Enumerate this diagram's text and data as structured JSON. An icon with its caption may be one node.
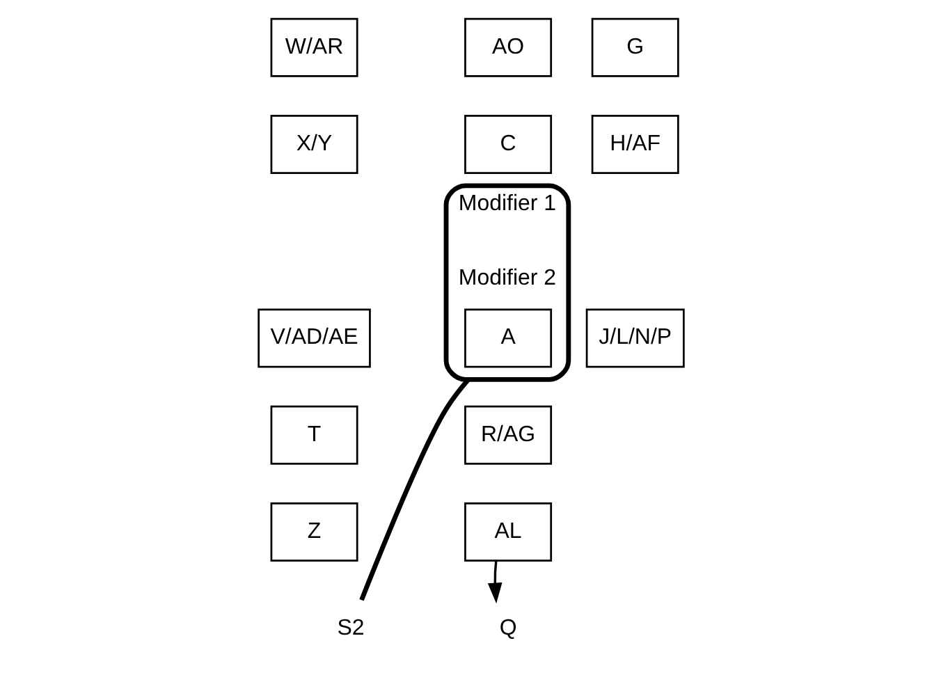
{
  "diagram": {
    "nodes": [
      {
        "text": [
          "Modifier 1",
          "Modifier 2"
        ]
      },
      {
        "text": [
          "A"
        ],
        "in": 0
      },
      {
        "text": [
          "AO"
        ]
      },
      {
        "text": [
          "C"
        ]
      },
      {
        "text": [
          "W/AR"
        ]
      },
      {
        "text": [
          "X/Y"
        ]
      },
      {
        "text": [
          "V/AD/AE"
        ]
      },
      {
        "text": [
          "T"
        ]
      },
      {
        "text": [
          "Z"
        ]
      },
      {
        "text": [
          "G"
        ]
      },
      {
        "text": [
          "H/AF"
        ]
      },
      {
        "text": [
          "J/L/N/P"
        ]
      },
      {
        "text": [
          "R/AG"
        ]
      },
      {
        "text": [
          "AL"
        ]
      },
      {
        "text": [
          "S2"
        ]
      },
      {
        "text": [
          "Q"
        ]
      }
    ],
    "edges": [
      {
        "from": 14,
        "to": 0,
        "arrow": "none",
        "style": "thick"
      },
      {
        "from": 13,
        "to": 15,
        "arrow": "to"
      }
    ]
  }
}
